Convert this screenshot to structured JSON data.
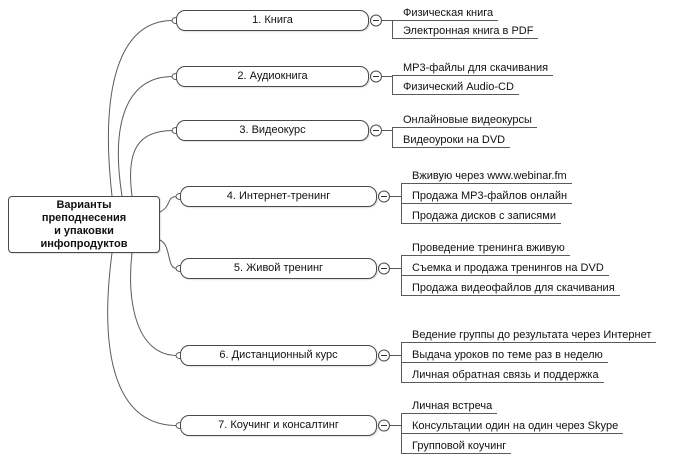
{
  "colors": {
    "background": "#ffffff",
    "line": "#5a5a5a",
    "node_border": "#4a4a4a",
    "text": "#111111"
  },
  "icons": {
    "collapse": "−",
    "branch_anchor": "small-oval"
  },
  "root": {
    "label": "Варианты преподнесения и упаковки инфопродуктов",
    "lines": [
      "Варианты",
      "преподнесения",
      "и упаковки",
      "инфопродуктов"
    ]
  },
  "branches": [
    {
      "label": "1. Книга",
      "children": [
        "Физическая книга",
        "Электронная книга в PDF"
      ]
    },
    {
      "label": "2. Аудиокнига",
      "children": [
        "MP3-файлы для скачивания",
        "Физический Audio-CD"
      ]
    },
    {
      "label": "3. Видеокурс",
      "children": [
        "Онлайновые видеокурсы",
        "Видеоуроки на DVD"
      ]
    },
    {
      "label": "4. Интернет-тренинг",
      "children": [
        "Вживую через www.webinar.fm",
        "Продажа MP3-файлов онлайн",
        "Продажа дисков с записями"
      ]
    },
    {
      "label": "5. Живой тренинг",
      "children": [
        "Проведение тренинга вживую",
        "Съемка и продажа тренингов на DVD",
        "Продажа видеофайлов для скачивания"
      ]
    },
    {
      "label": "6. Дистанционный курс",
      "children": [
        "Ведение группы до результата через Интернет",
        "Выдача уроков по теме раз в неделю",
        "Личная обратная связь и поддержка"
      ]
    },
    {
      "label": "7. Коучинг и консалтинг",
      "children": [
        "Личная встреча",
        "Консультации один на один через Skype",
        "Групповой коучинг"
      ]
    }
  ]
}
